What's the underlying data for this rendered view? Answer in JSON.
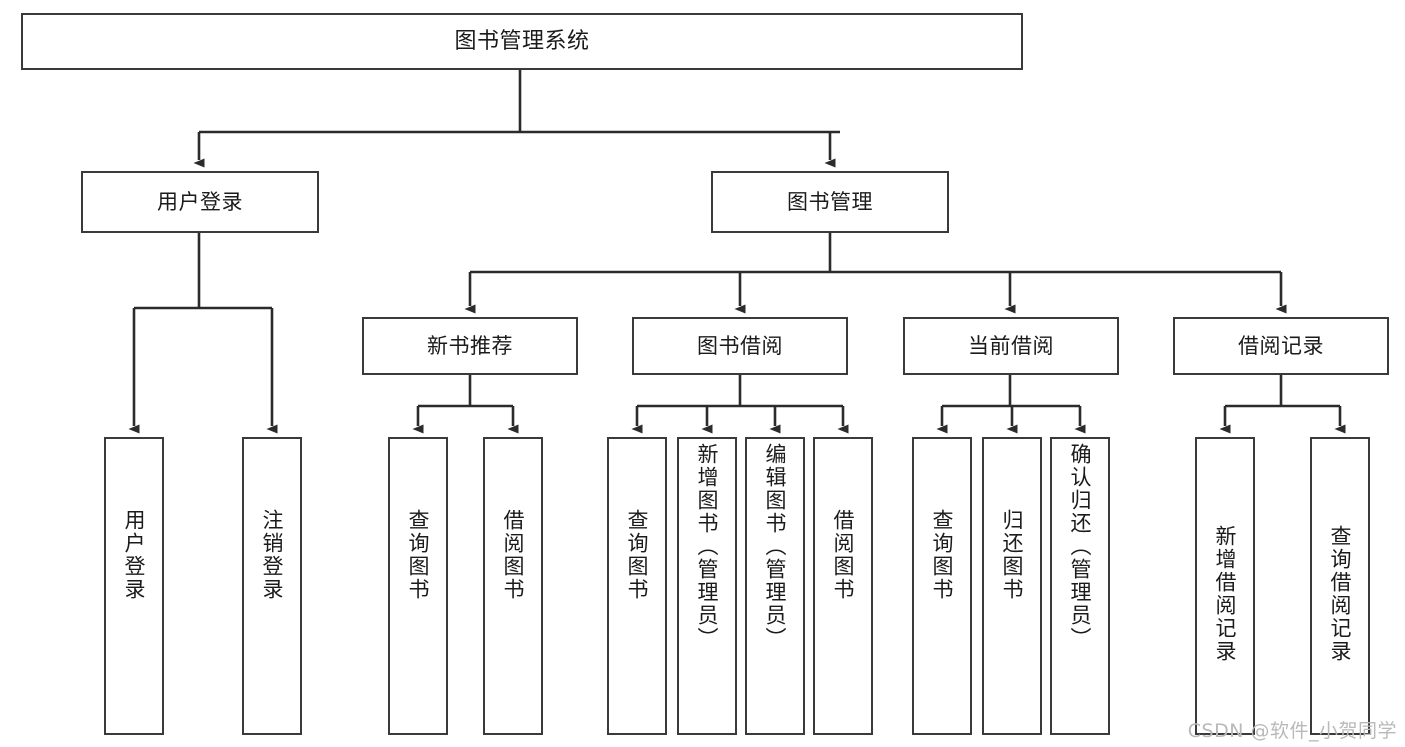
{
  "diagram": {
    "title": "图书管理系统",
    "type": "tree",
    "watermark": "CSDN @软件_小贺同学",
    "colors": {
      "box_border": "#3a3a3a",
      "box_fill": "#ffffff",
      "edge": "#2b2b2b",
      "text": "#1b1b1b",
      "watermark": "#b9b9b9"
    },
    "levels": {
      "level1": [
        {
          "id": "root",
          "label": "图书管理系统"
        }
      ],
      "level2": [
        {
          "id": "user-login",
          "label": "用户登录",
          "parent": "root"
        },
        {
          "id": "book-manage",
          "label": "图书管理",
          "parent": "root"
        }
      ],
      "level3": [
        {
          "id": "new-book-rec",
          "label": "新书推荐",
          "parent": "book-manage"
        },
        {
          "id": "book-borrow",
          "label": "图书借阅",
          "parent": "book-manage"
        },
        {
          "id": "current-borrow",
          "label": "当前借阅",
          "parent": "book-manage"
        },
        {
          "id": "borrow-record",
          "label": "借阅记录",
          "parent": "book-manage"
        }
      ],
      "leaves": [
        {
          "id": "leaf-user-login",
          "label": "用户登录",
          "parent": "user-login"
        },
        {
          "id": "leaf-logout-login",
          "label": "注销登录",
          "parent": "user-login"
        },
        {
          "id": "leaf-query-book-1",
          "label": "查询图书",
          "parent": "new-book-rec"
        },
        {
          "id": "leaf-borrow-book-1",
          "label": "借阅图书",
          "parent": "new-book-rec"
        },
        {
          "id": "leaf-query-book-2",
          "label": "查询图书",
          "parent": "book-borrow"
        },
        {
          "id": "leaf-add-book",
          "label": "新增图书（管理员）",
          "parent": "book-borrow"
        },
        {
          "id": "leaf-edit-book",
          "label": "编辑图书（管理员）",
          "parent": "book-borrow"
        },
        {
          "id": "leaf-borrow-book-2",
          "label": "借阅图书",
          "parent": "book-borrow"
        },
        {
          "id": "leaf-query-book-3",
          "label": "查询图书",
          "parent": "current-borrow"
        },
        {
          "id": "leaf-return-book",
          "label": "归还图书",
          "parent": "current-borrow"
        },
        {
          "id": "leaf-confirm-return",
          "label": "确认归还（管理员）",
          "parent": "current-borrow"
        },
        {
          "id": "leaf-add-record",
          "label": "新增借阅记录",
          "parent": "borrow-record"
        },
        {
          "id": "leaf-query-record",
          "label": "查询借阅记录",
          "parent": "borrow-record"
        }
      ]
    }
  }
}
